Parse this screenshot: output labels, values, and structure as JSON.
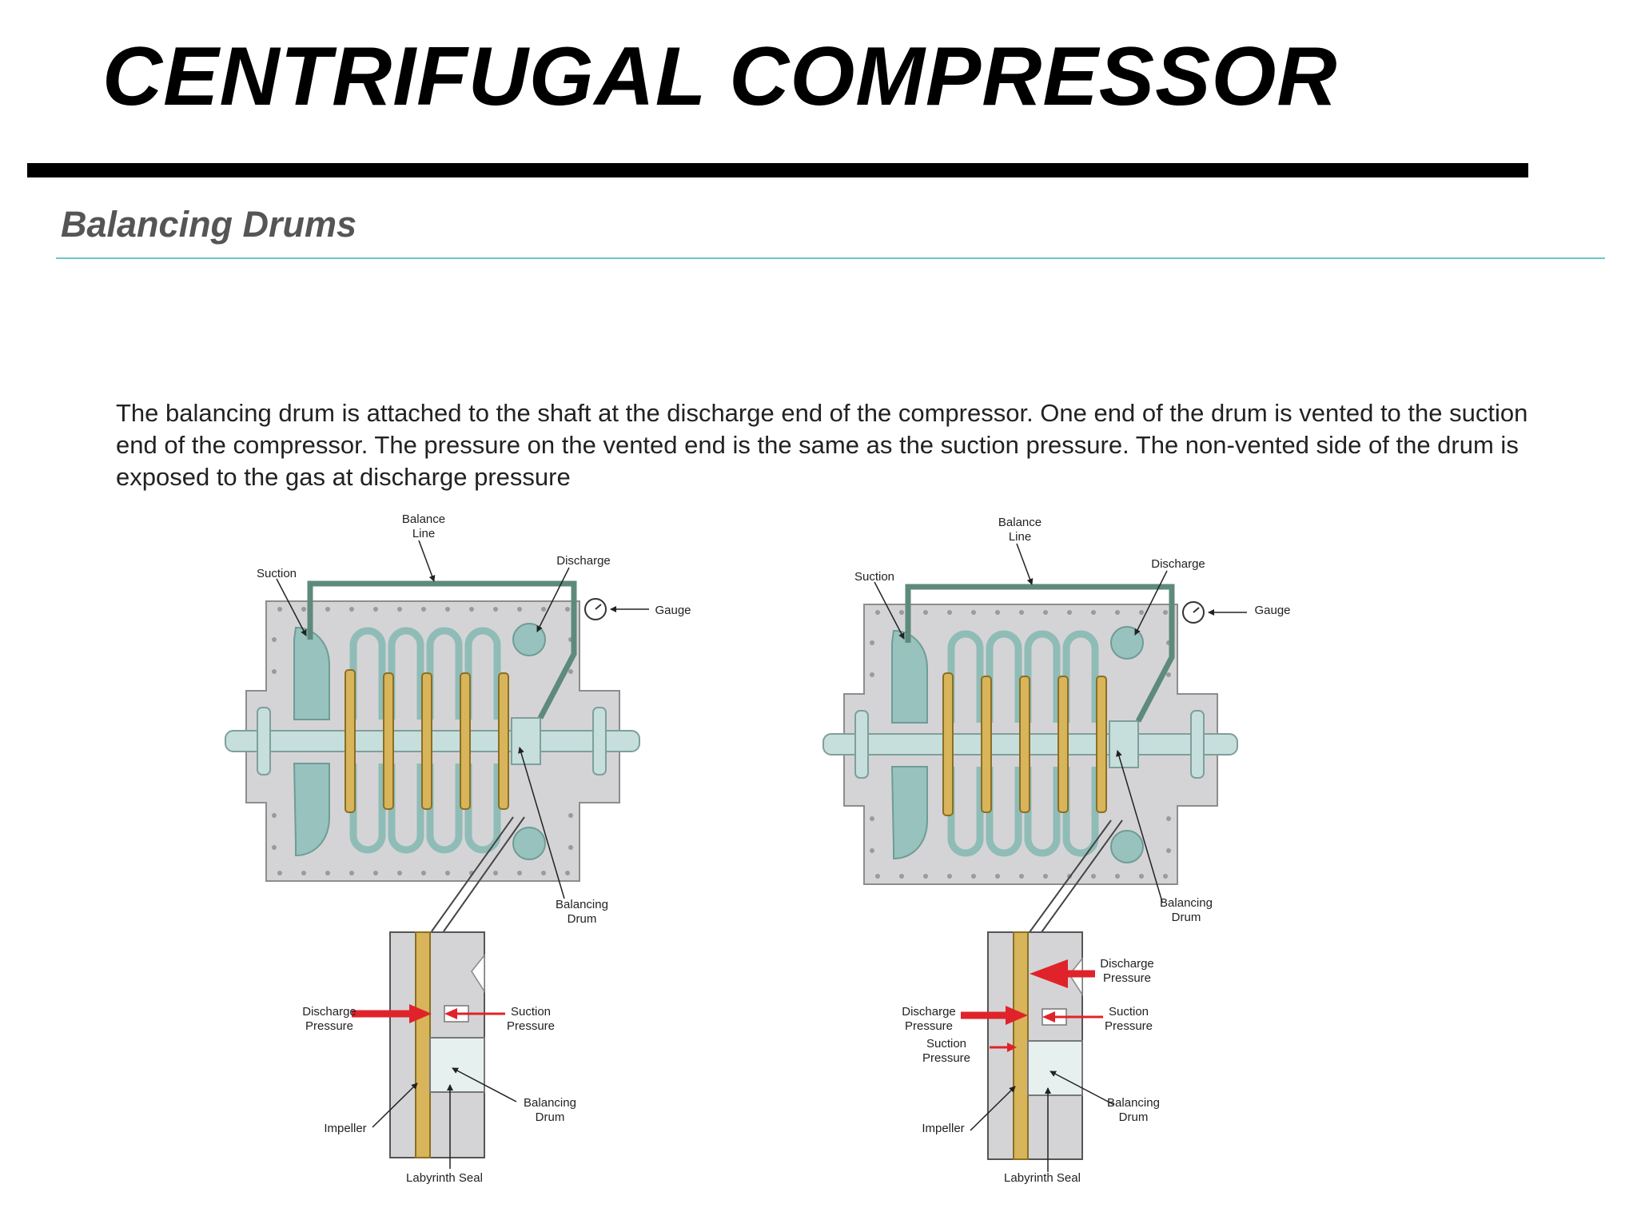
{
  "slide": {
    "title": "CENTRIFUGAL COMPRESSOR",
    "section_heading": "Balancing Drums",
    "description": "The balancing drum is attached to the shaft at the discharge end of the compressor.  One end of the drum is vented to the suction end of the compressor.  The pressure on the vented end is the same as the suction pressure.  The non-vented side of the drum is exposed to the gas at discharge pressure"
  },
  "colors": {
    "casing": "#d4d4d6",
    "teal": "#97c2be",
    "balance_line": "#5e8a7c",
    "impeller": "#d8b45a",
    "arrow": "#e0232a"
  },
  "diagrams": [
    {
      "labels": {
        "balance_line": [
          "Balance",
          "Line"
        ],
        "suction": "Suction",
        "discharge": "Discharge",
        "gauge": "Gauge",
        "balancing_drum": [
          "Balancing",
          "Drum"
        ],
        "discharge_pressure": [
          "Discharge",
          "Pressure"
        ],
        "suction_pressure": [
          "Suction",
          "Pressure"
        ],
        "impeller": "Impeller",
        "detail_balancing_drum": [
          "Balancing",
          "Drum"
        ],
        "labyrinth_seal": "Labyrinth Seal"
      }
    },
    {
      "labels": {
        "balance_line": [
          "Balance",
          "Line"
        ],
        "suction": "Suction",
        "discharge": "Discharge",
        "gauge": "Gauge",
        "balancing_drum": [
          "Balancing",
          "Drum"
        ],
        "discharge_pressure_top": [
          "Discharge",
          "Pressure"
        ],
        "discharge_pressure": [
          "Discharge",
          "Pressure"
        ],
        "suction_pressure": [
          "Suction",
          "Pressure"
        ],
        "suction_pressure_left": [
          "Suction",
          "Pressure"
        ],
        "impeller": "Impeller",
        "detail_balancing_drum": [
          "Balancing",
          "Drum"
        ],
        "labyrinth_seal": "Labyrinth Seal"
      }
    }
  ]
}
